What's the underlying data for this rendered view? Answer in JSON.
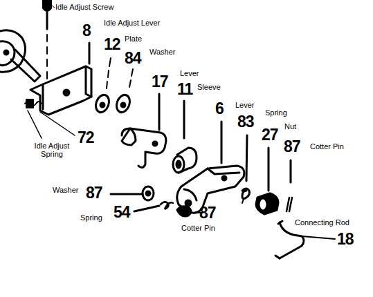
{
  "diagram": {
    "labels": [
      "Idle Adjust  Screw",
      "8",
      "Idle Adjust Lever",
      "12",
      "Plate",
      "84",
      "Washer",
      "17",
      "Lever",
      "11",
      "Sleeve",
      "6",
      "Lever",
      "83",
      "Spring",
      "27",
      "Nut",
      "87",
      "Cotter Pin",
      "Idle Adjust Spring",
      "72",
      "Washer",
      "87",
      "Spring",
      "54",
      "Cotter Pin",
      "87",
      "Connecting Rod",
      "18"
    ]
  }
}
